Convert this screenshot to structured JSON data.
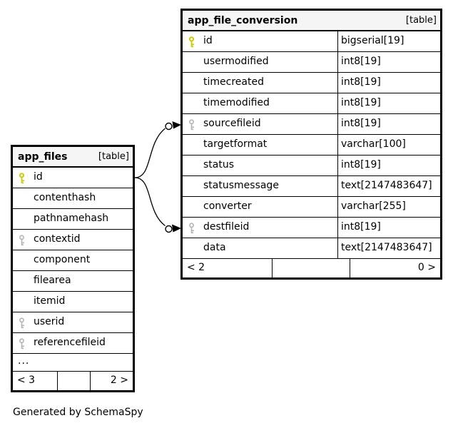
{
  "diagram": {
    "generated_by": "Generated by SchemaSpy"
  },
  "colors": {
    "primary_key_icon": "#cccc00",
    "foreign_key_icon": "#b4b4b4",
    "border": "#000000",
    "header_bg": "#f5f5f5"
  },
  "tables": {
    "app_file_conversion": {
      "name": "app_file_conversion",
      "badge": "[table]",
      "columns": [
        {
          "name": "id",
          "type": "bigserial[19]",
          "key": "primary"
        },
        {
          "name": "usermodified",
          "type": "int8[19]",
          "key": "none"
        },
        {
          "name": "timecreated",
          "type": "int8[19]",
          "key": "none"
        },
        {
          "name": "timemodified",
          "type": "int8[19]",
          "key": "none"
        },
        {
          "name": "sourcefileid",
          "type": "int8[19]",
          "key": "foreign"
        },
        {
          "name": "targetformat",
          "type": "varchar[100]",
          "key": "none"
        },
        {
          "name": "status",
          "type": "int8[19]",
          "key": "none"
        },
        {
          "name": "statusmessage",
          "type": "text[2147483647]",
          "key": "none"
        },
        {
          "name": "converter",
          "type": "varchar[255]",
          "key": "none"
        },
        {
          "name": "destfileid",
          "type": "int8[19]",
          "key": "foreign"
        },
        {
          "name": "data",
          "type": "text[2147483647]",
          "key": "none"
        }
      ],
      "footer": {
        "left": "< 2",
        "right": "0 >"
      }
    },
    "app_files": {
      "name": "app_files",
      "badge": "[table]",
      "columns": [
        {
          "name": "id",
          "key": "primary"
        },
        {
          "name": "contenthash",
          "key": "none"
        },
        {
          "name": "pathnamehash",
          "key": "none"
        },
        {
          "name": "contextid",
          "key": "foreign"
        },
        {
          "name": "component",
          "key": "none"
        },
        {
          "name": "filearea",
          "key": "none"
        },
        {
          "name": "itemid",
          "key": "none"
        },
        {
          "name": "userid",
          "key": "foreign"
        },
        {
          "name": "referencefileid",
          "key": "foreign"
        }
      ],
      "ellipsis": "...",
      "footer": {
        "left": "< 3",
        "right": "2 >"
      }
    },
    "relationships": [
      {
        "from": "app_files.id",
        "to": "app_file_conversion.sourcefileid"
      },
      {
        "from": "app_files.id",
        "to": "app_file_conversion.destfileid"
      }
    ]
  }
}
